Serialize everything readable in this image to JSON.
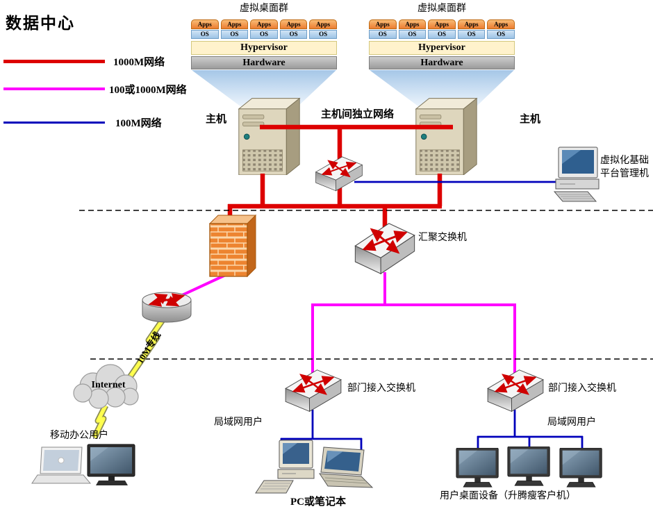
{
  "page_title": "数据中心",
  "colors": {
    "net_1000m": "#dd0000",
    "net_100_1000m": "#ff00ff",
    "net_100m": "#0000bb",
    "apps_orange": "#ed7d31",
    "os_blue": "#9dc3e6",
    "hyp_yellow": "#fff2cc",
    "hw_gray": "#9a9a9a"
  },
  "legend": {
    "items": [
      {
        "label": "1000M网络"
      },
      {
        "label": "100或1000M网络"
      },
      {
        "label": "100M网络"
      }
    ]
  },
  "clusters": {
    "left": {
      "title": "虚拟桌面群",
      "vm_apps": "Apps",
      "vm_os": "OS",
      "hypervisor": "Hypervisor",
      "hardware": "Hardware"
    },
    "right": {
      "title": "虚拟桌面群",
      "vm_apps": "Apps",
      "vm_os": "OS",
      "hypervisor": "Hypervisor",
      "hardware": "Hardware"
    }
  },
  "labels": {
    "host_left": "主机",
    "host_right": "主机",
    "host_interconnect": "主机间独立网络",
    "mgmt_line1": "虚拟化基础",
    "mgmt_line2": "平台管理机",
    "aggregation_switch": "汇聚交换机",
    "dept_switch_left": "部门接入交换机",
    "dept_switch_right": "部门接入交换机",
    "lan_users_left": "局域网用户",
    "lan_users_right": "局域网用户",
    "leased_line": "10M专线",
    "internet": "Internet",
    "mobile_users": "移动办公用户",
    "pc_or_laptop": "PC或笔记本",
    "thin_clients": "用户桌面设备（升腾瘦客户机）"
  }
}
